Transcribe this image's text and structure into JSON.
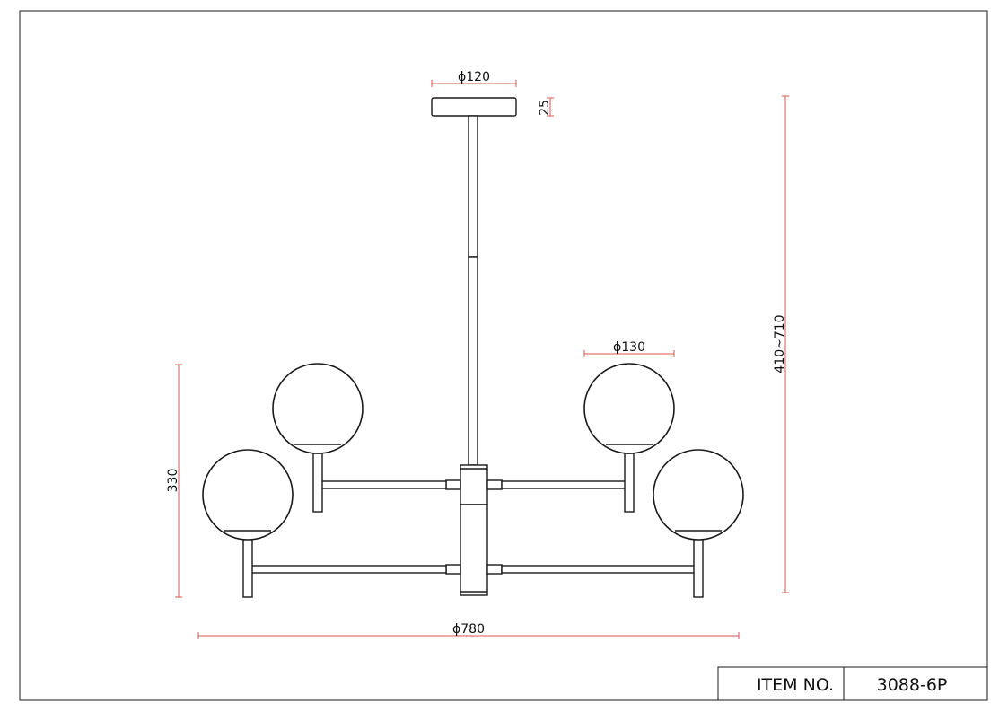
{
  "dimensions": {
    "canopy_diameter": "ϕ120",
    "canopy_height": "25",
    "globe_diameter": "ϕ130",
    "overall_height": "410~710",
    "globe_span_height": "330",
    "overall_diameter": "ϕ780"
  },
  "title_block": {
    "item_label": "ITEM NO.",
    "item_value": "3088-6P"
  },
  "colors": {
    "outline": "#1a1a1a",
    "dimension_line": "#d9574f"
  }
}
